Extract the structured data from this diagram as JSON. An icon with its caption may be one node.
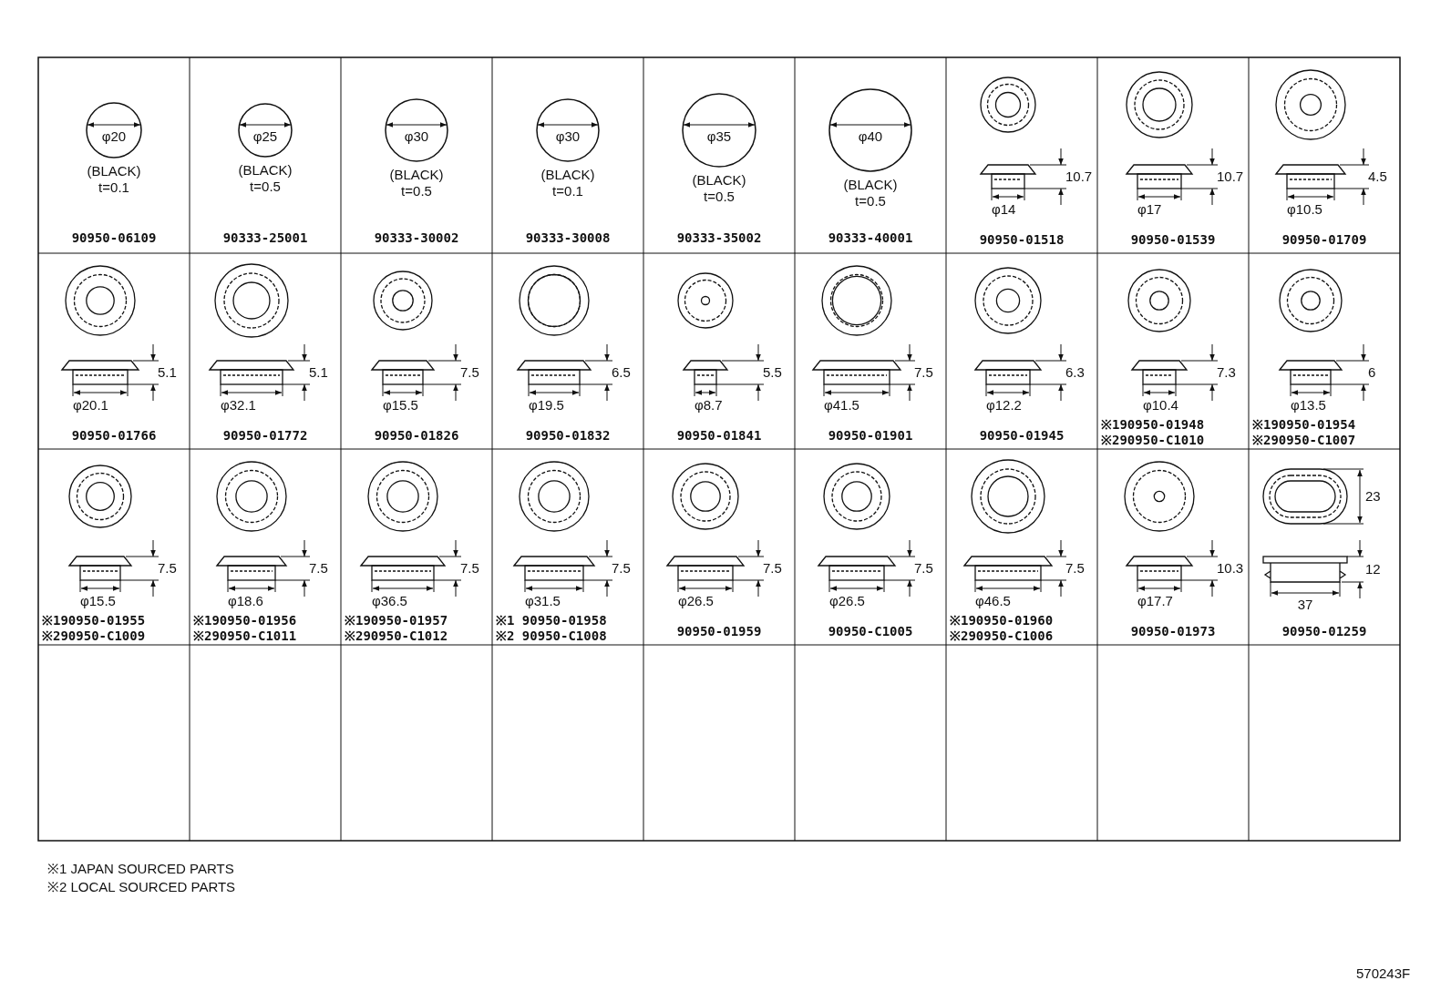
{
  "diagram": {
    "labels": [
      "φ20",
      "(BLACK)",
      "t=0.1",
      "90950-06109",
      "φ25",
      "(BLACK)",
      "t=0.5",
      "90333-25001",
      "φ30",
      "(BLACK)",
      "t=0.5",
      "90333-30002",
      "φ30",
      "(BLACK)",
      "t=0.1",
      "90333-30008",
      "φ35",
      "(BLACK)",
      "t=0.5",
      "90333-35002",
      "φ40",
      "(BLACK)",
      "t=0.5",
      "90333-40001",
      "10.7",
      "φ14",
      "90950-01518",
      "10.7",
      "φ17",
      "90950-01539",
      "4.5",
      "φ10.5",
      "90950-01709",
      "5.1",
      "φ20.1",
      "90950-01766",
      "5.1",
      "φ32.1",
      "90950-01772",
      "7.5",
      "φ15.5",
      "90950-01826",
      "6.5",
      "φ19.5",
      "90950-01832",
      "5.5",
      "φ8.7",
      "90950-01841",
      "7.5",
      "φ41.5",
      "90950-01901",
      "6.3",
      "φ12.2",
      "90950-01945",
      "7.3",
      "φ10.4",
      "※190950-01948",
      "※290950-C1010",
      "6",
      "φ13.5",
      "※190950-01954",
      "※290950-C1007",
      "7.5",
      "φ15.5",
      "※190950-01955",
      "※290950-C1009",
      "7.5",
      "φ18.6",
      "※190950-01956",
      "※290950-C1011",
      "7.5",
      "φ36.5",
      "※190950-01957",
      "※290950-C1012",
      "7.5",
      "φ31.5",
      "※1 90950-01958",
      "※2 90950-C1008",
      "7.5",
      "φ26.5",
      "90950-01959",
      "7.5",
      "φ26.5",
      "90950-C1005",
      "7.5",
      "φ46.5",
      "※190950-01960",
      "※290950-C1006",
      "10.3",
      "φ17.7",
      "90950-01973",
      "23",
      "12",
      "37",
      "90950-01259",
      "※1 JAPAN SOURCED PARTS",
      "※2 LOCAL SOURCED PARTS",
      "570243F"
    ]
  }
}
